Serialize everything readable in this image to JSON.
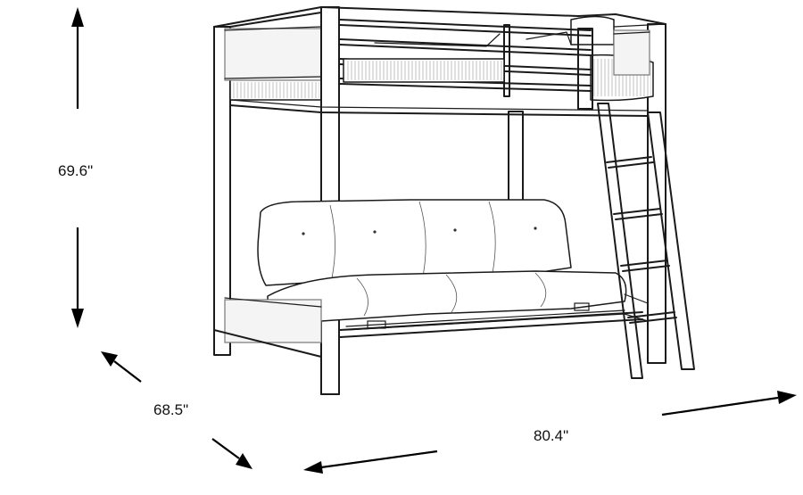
{
  "dimensions": {
    "height": "69.6\"",
    "depth": "68.5\"",
    "width": "80.4\""
  },
  "colors": {
    "line": "#1a1a1a",
    "background": "#ffffff"
  }
}
